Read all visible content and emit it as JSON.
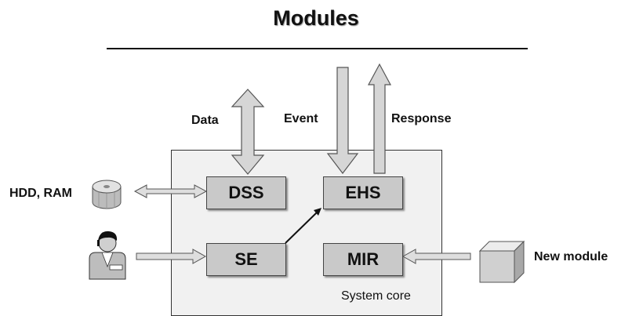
{
  "title": "Modules",
  "labels": {
    "data": "Data",
    "event": "Event",
    "response": "Response",
    "storage": "HDD, RAM",
    "new_module": "New module"
  },
  "core": {
    "label": "System core",
    "modules": {
      "dss": "DSS",
      "ehs": "EHS",
      "se": "SE",
      "mir": "MIR"
    }
  }
}
